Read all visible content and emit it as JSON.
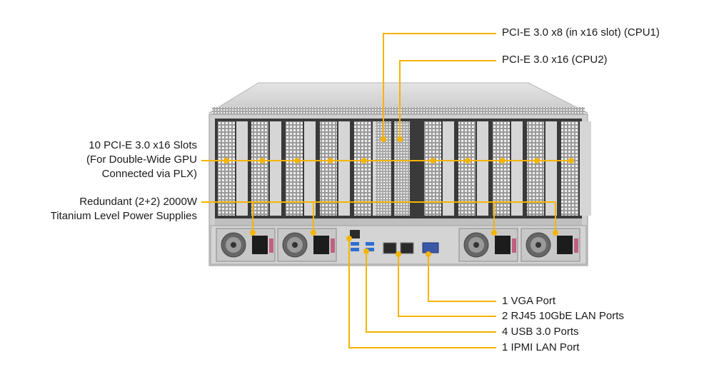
{
  "colors": {
    "callout_line": "#f5b400",
    "chassis_dark": "#2a2a2a",
    "chassis_metal": "#bdbdbd",
    "chassis_top": "#d9d9d9",
    "vga_port": "#3b57a8",
    "usb_port": "#2f6fd1"
  },
  "callouts": {
    "pcie_x8": "PCI-E 3.0 x8 (in x16 slot) (CPU1)",
    "pcie_x16": "PCI-E 3.0 x16 (CPU2)",
    "gpu_slots": [
      "10 PCI-E 3.0 x16 Slots",
      "(For Double-Wide GPU",
      "Connected via PLX)"
    ],
    "power": [
      "Redundant  (2+2) 2000W",
      "Titanium  Level Power Supplies"
    ],
    "vga": "1 VGA Port",
    "rj45": "2 RJ45 10GbE LAN Ports",
    "usb": "4 USB 3.0 Ports",
    "ipmi": "1 IPMI  LAN Port"
  },
  "icons": [
    "fan-icon",
    "power-socket-icon",
    "usb-port-icon",
    "rj45-port-icon",
    "vga-port-icon",
    "ipmi-port-icon"
  ]
}
